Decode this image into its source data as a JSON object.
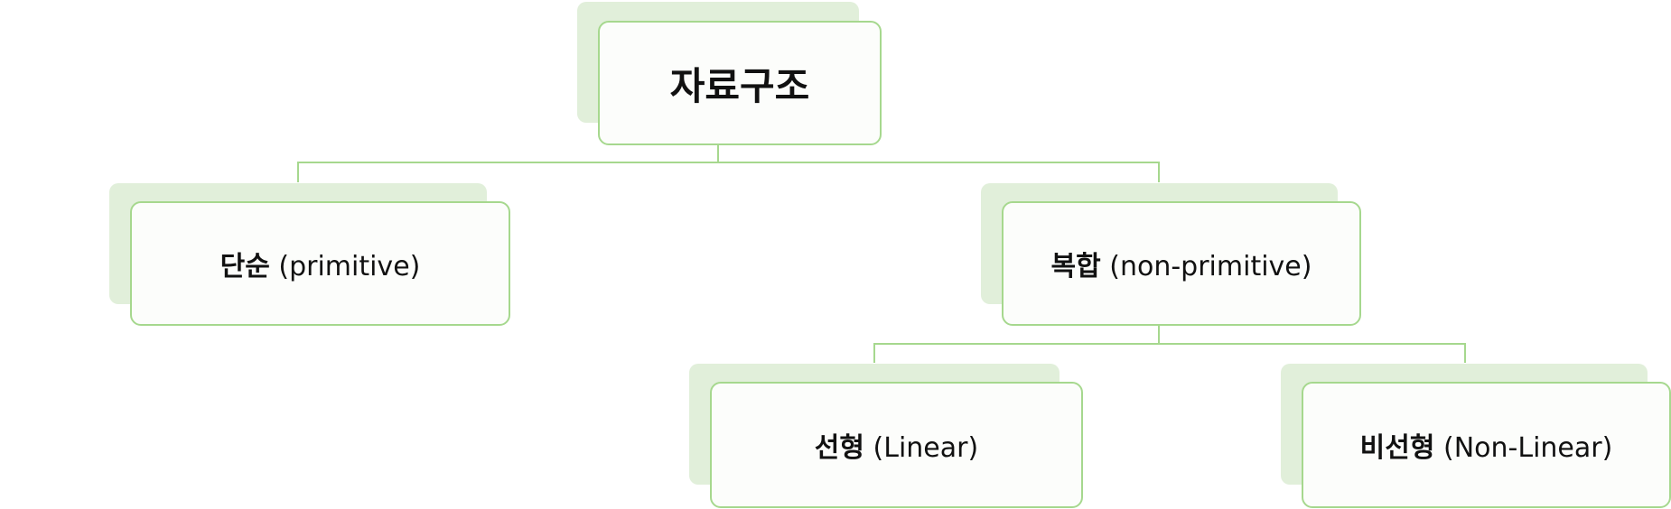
{
  "root": {
    "label": "자료구조"
  },
  "children": [
    {
      "label_ko": "단순",
      "label_en": " (primitive)"
    },
    {
      "label_ko": "복합",
      "label_en": " (non-primitive)"
    }
  ],
  "grandchildren": [
    {
      "label_ko": "선형",
      "label_en": " (Linear)"
    },
    {
      "label_ko": "비선형",
      "label_en": " (Non-Linear)"
    }
  ],
  "colors": {
    "connector": "#a6d88e",
    "shadow": "#e1efda",
    "box_fill": "#fcfdfb",
    "box_border": "#a6d88e"
  }
}
